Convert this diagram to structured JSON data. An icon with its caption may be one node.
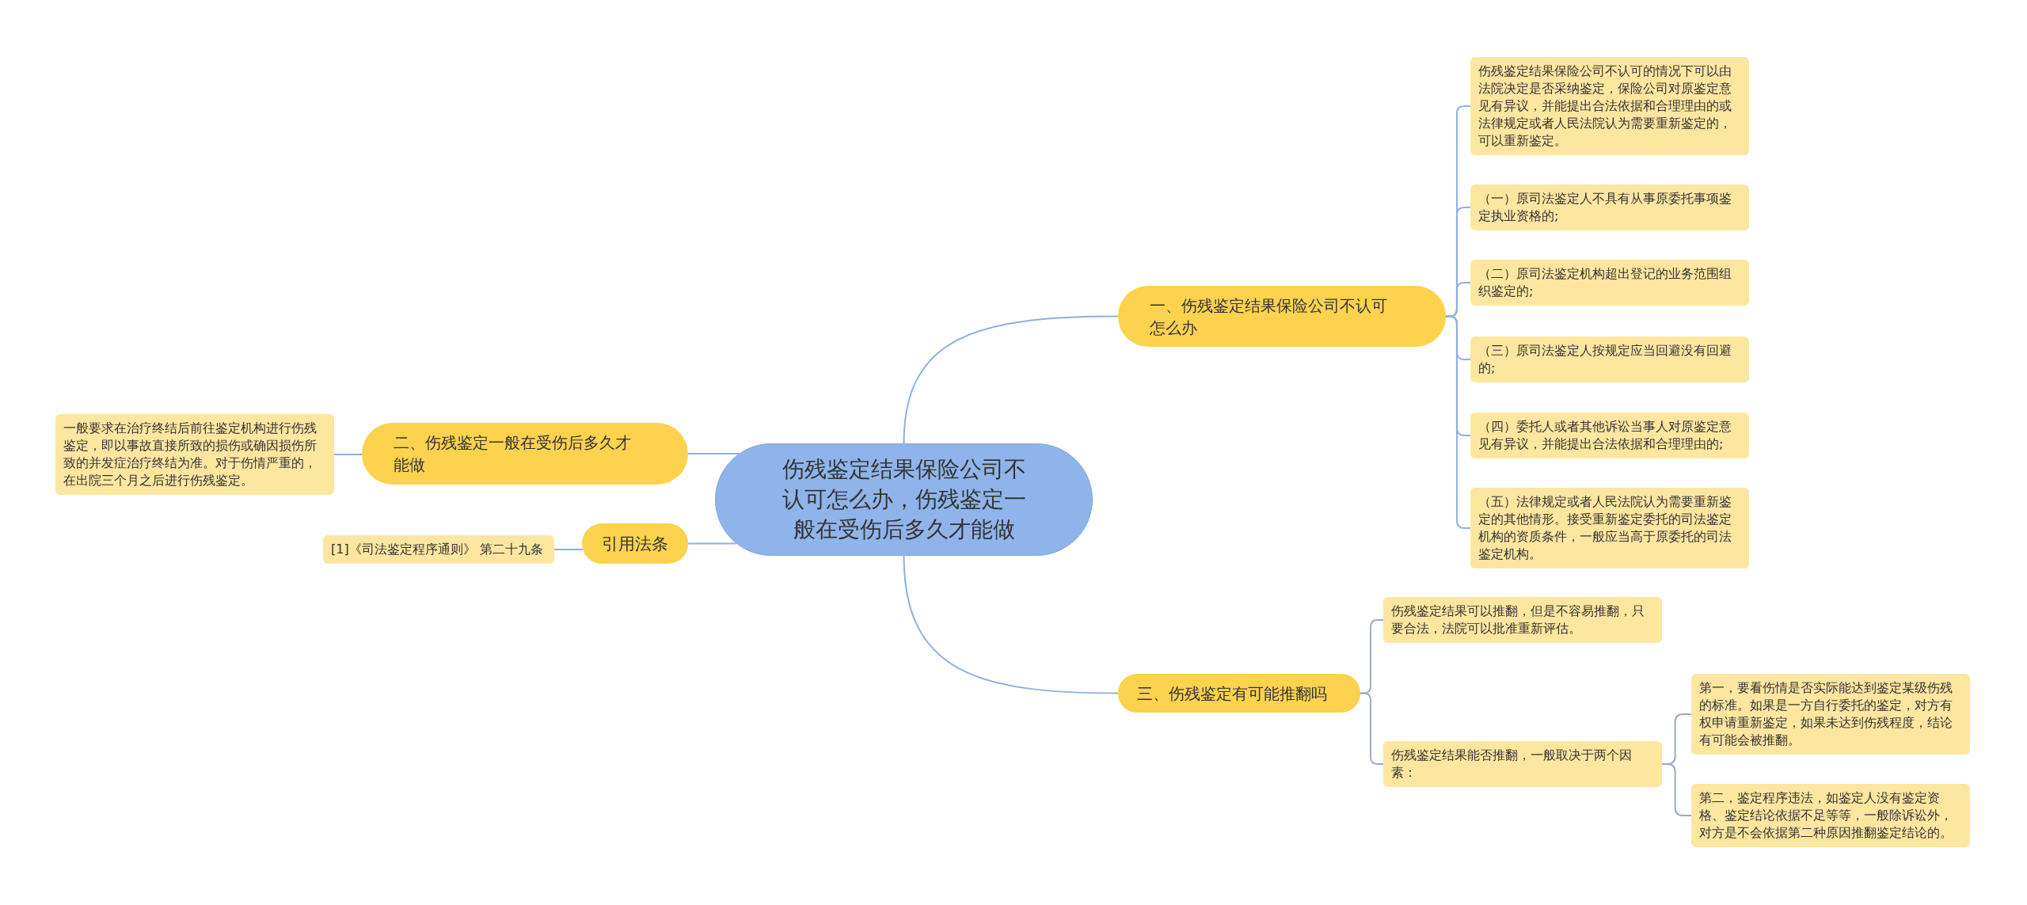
{
  "diagram": {
    "nodes": [
      {
        "text": [
          "伤残鉴定结果保险公司不认可怎么办，伤残鉴定一般在受伤后多久才能做"
        ]
      },
      {
        "text": [
          "一、伤残鉴定结果保险公司不认可怎么办"
        ]
      },
      {
        "text": [
          "伤残鉴定结果保险公司不认可的情况下可以由法院决定是否采纳鉴定，保险公司对原鉴定意见有异议，并能提出合法依据和合理理由的或法律规定或者人民法院认为需要重新鉴定的，可以重新鉴定。"
        ]
      },
      {
        "text": [
          "（一）原司法鉴定人不具有从事原委托事项鉴定执业资格的;"
        ]
      },
      {
        "text": [
          "（二）原司法鉴定机构超出登记的业务范围组织鉴定的;"
        ]
      },
      {
        "text": [
          "（三）原司法鉴定人按规定应当回避没有回避的;"
        ]
      },
      {
        "text": [
          "（四）委托人或者其他诉讼当事人对原鉴定意见有异议，并能提出合法依据和合理理由的;"
        ]
      },
      {
        "text": [
          "（五）法律规定或者人民法院认为需要重新鉴定的其他情形。接受重新鉴定委托的司法鉴定机构的资质条件，一般应当高于原委托的司法鉴定机构。"
        ]
      },
      {
        "text": [
          "三、伤残鉴定有可能推翻吗"
        ]
      },
      {
        "text": [
          "伤残鉴定结果可以推翻，但是不容易推翻，只要合法，法院可以批准重新评估。"
        ]
      },
      {
        "text": [
          "伤残鉴定结果能否推翻，一般取决于两个因素："
        ]
      },
      {
        "text": [
          "第一，要看伤情是否实际能达到鉴定某级伤残的标准。如果是一方自行委托的鉴定，对方有权申请重新鉴定，如果未达到伤残程度，结论有可能会被推翻。"
        ]
      },
      {
        "text": [
          "第二，鉴定程序违法，如鉴定人没有鉴定资格、鉴定结论依据不足等等，一般除诉讼外，对方是不会依据第二种原因推翻鉴定结论的。"
        ]
      },
      {
        "text": [
          "二、伤残鉴定一般在受伤后多久才能做"
        ]
      },
      {
        "text": [
          "一般要求在治疗终结后前往鉴定机构进行伤残鉴定，即以事故直接所致的损伤或确因损伤所致的并发症治疗终结为准。对于伤情严重的，在出院三个月之后进行伤残鉴定。"
        ]
      },
      {
        "text": [
          "引用法条"
        ]
      },
      {
        "text": [
          "[1]《司法鉴定程序通则》 第二十九条"
        ]
      }
    ],
    "edges": [
      {
        "from": 0,
        "to": 1,
        "arrow": "none"
      },
      {
        "from": 1,
        "to": 2,
        "arrow": "none"
      },
      {
        "from": 1,
        "to": 3,
        "arrow": "none"
      },
      {
        "from": 1,
        "to": 4,
        "arrow": "none"
      },
      {
        "from": 1,
        "to": 5,
        "arrow": "none"
      },
      {
        "from": 1,
        "to": 6,
        "arrow": "none"
      },
      {
        "from": 1,
        "to": 7,
        "arrow": "none"
      },
      {
        "from": 0,
        "to": 8,
        "arrow": "none"
      },
      {
        "from": 8,
        "to": 9,
        "arrow": "none",
        "color": "#9eacbf"
      },
      {
        "from": 8,
        "to": 10,
        "arrow": "none",
        "color": "#9eacbf"
      },
      {
        "from": 10,
        "to": 11,
        "arrow": "none",
        "color": "#9eacbf"
      },
      {
        "from": 10,
        "to": 12,
        "arrow": "none",
        "color": "#9eacbf"
      },
      {
        "from": 0,
        "to": 13,
        "arrow": "none"
      },
      {
        "from": 13,
        "to": 14,
        "arrow": "none"
      },
      {
        "from": 0,
        "to": 15,
        "arrow": "none"
      },
      {
        "from": 15,
        "to": 16,
        "arrow": "none"
      }
    ]
  }
}
